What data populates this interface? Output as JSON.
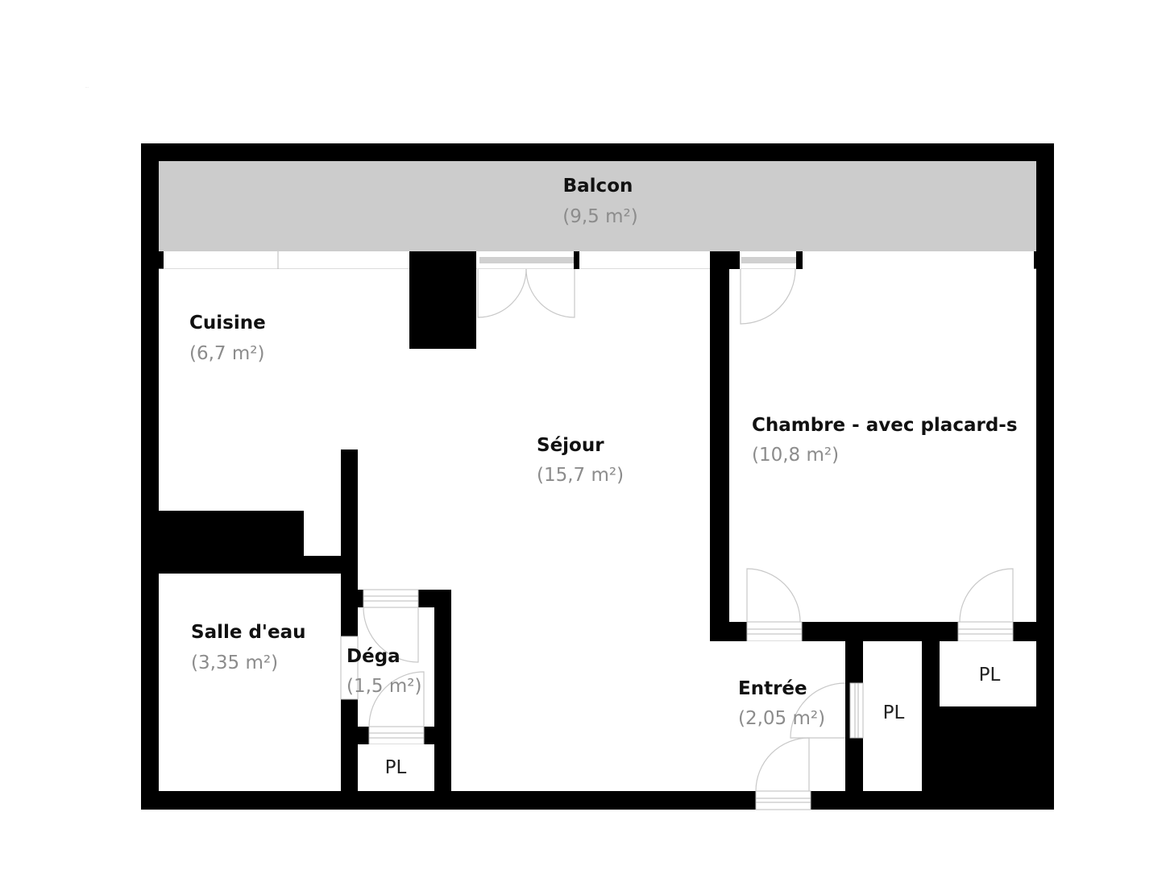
{
  "watermark": "...",
  "plan": {
    "colors": {
      "wall": "#000000",
      "balcony": "#cccccc",
      "floor": "#ffffff",
      "room_name": "#111111",
      "room_area": "#8c8c8c"
    },
    "rooms": [
      {
        "id": "balcon",
        "name": "Balcon",
        "area": "(9,5 m²)"
      },
      {
        "id": "cuisine",
        "name": "Cuisine",
        "area": "(6,7 m²)"
      },
      {
        "id": "sejour",
        "name": "Séjour",
        "area": "(15,7 m²)"
      },
      {
        "id": "chambre",
        "name": "Chambre - avec placard-s",
        "area": "(10,8 m²)"
      },
      {
        "id": "salle-deau",
        "name": "Salle d'eau",
        "area": "(3,35 m²)"
      },
      {
        "id": "dega",
        "name": "Déga",
        "area": "(1,5 m²)"
      },
      {
        "id": "entree",
        "name": "Entrée",
        "area": "(2,05 m²)"
      }
    ],
    "closets": [
      {
        "id": "pl-dega",
        "label": "PL"
      },
      {
        "id": "pl-entree",
        "label": "PL"
      },
      {
        "id": "pl-chambre",
        "label": "PL"
      }
    ]
  }
}
